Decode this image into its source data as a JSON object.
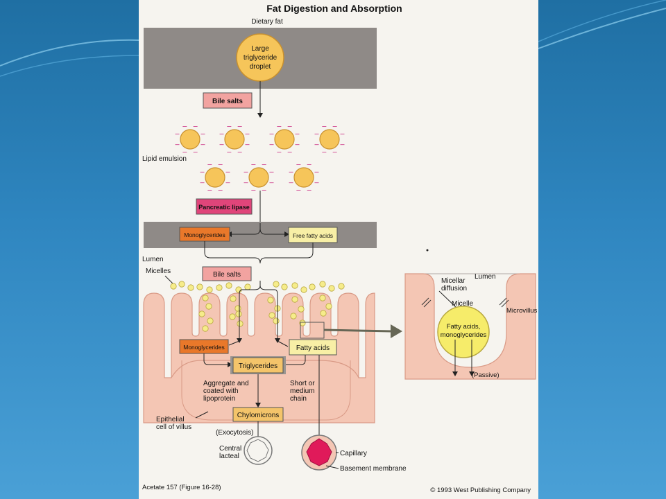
{
  "figure": {
    "title": "Fat Digestion and Absorption",
    "dietary_fat": "Dietary fat",
    "droplet": [
      "Large",
      "triglyceride",
      "droplet"
    ],
    "bile_salts_top": "Bile salts",
    "lipid_emulsion": "Lipid emulsion",
    "pancreatic_lipase": "Pancreatic lipase",
    "monoglycerides_upper": "Monoglycerides",
    "free_fatty_acids": "Free fatty acids",
    "lumen": "Lumen",
    "micelles": "Micelles",
    "bile_salts_mid": "Bile salts",
    "monoglycerides_cell": "Monoglycerides",
    "fatty_acids": "Fatty acids",
    "triglycerides": "Triglycerides",
    "aggregate": [
      "Aggregate and",
      "coated with",
      "lipoprotein"
    ],
    "short_chain": [
      "Short or",
      "medium",
      "chain"
    ],
    "chylomicrons": "Chylomicrons",
    "epithelial": [
      "Epithelial",
      "cell of villus"
    ],
    "exocytosis": "(Exocytosis)",
    "central_lacteal": [
      "Central",
      "lacteal"
    ],
    "capillary": "Capillary",
    "basement_membrane": "Basement membrane",
    "acetate": "Acetate 157 (Figure 16-28)",
    "copyright": "© 1993 West Publishing Company"
  },
  "inset": {
    "micellar_diffusion": [
      "Micellar",
      "diffusion"
    ],
    "lumen": "Lumen",
    "micelle": "Micelle",
    "microvillus": "Microvillus",
    "fatty_monoglycerides": [
      "Fatty acids,",
      "monoglycerides"
    ],
    "passive": "(Passive)"
  },
  "colors": {
    "page": "#f6f4ef",
    "gray_band": "#8f8a87",
    "tissue": "#f4c6b4",
    "tissue_stroke": "#d99a86",
    "droplet": "#f6c55a",
    "droplet_stroke": "#c8902f",
    "micelle": "#f6ec8a",
    "bile_box": "#f2a3a0",
    "lipase_box": "#e0457a",
    "mono_box": "#e9782a",
    "ffa_box": "#f8efa6",
    "tri_box": "#f4c46a",
    "capillary": "#e01a5a",
    "background": "#2f86c0"
  }
}
